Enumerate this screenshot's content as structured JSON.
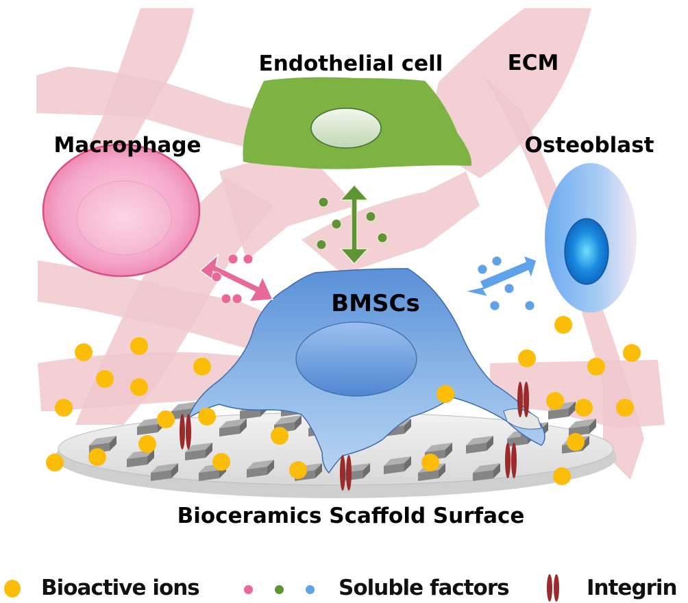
{
  "labels": {
    "endothelial": "Endothelial cell",
    "ecm": "ECM",
    "macrophage": "Macrophage",
    "osteoblast": "Osteoblast",
    "bmsc": "BMSCs",
    "scaffold": "Bioceramics Scaffold Surface"
  },
  "legend": {
    "ions": "Bioactive ions",
    "factors": "Soluble factors",
    "integrin": "Integrin"
  },
  "colors": {
    "ecm_fiber": "#f0c8cc",
    "endothelial": "#7cb342",
    "macrophage": "#f08cb4",
    "osteoblast": "#64a8f0",
    "bmsc": "#6a9fe0",
    "ion": "#fbbd08",
    "integrin": "#9b2a2a",
    "scaffold": "#e6e6e6",
    "block": "#8a8a8a",
    "factor_pink": "#e8689a",
    "factor_green": "#5f9434",
    "factor_blue": "#5ea2ea"
  }
}
